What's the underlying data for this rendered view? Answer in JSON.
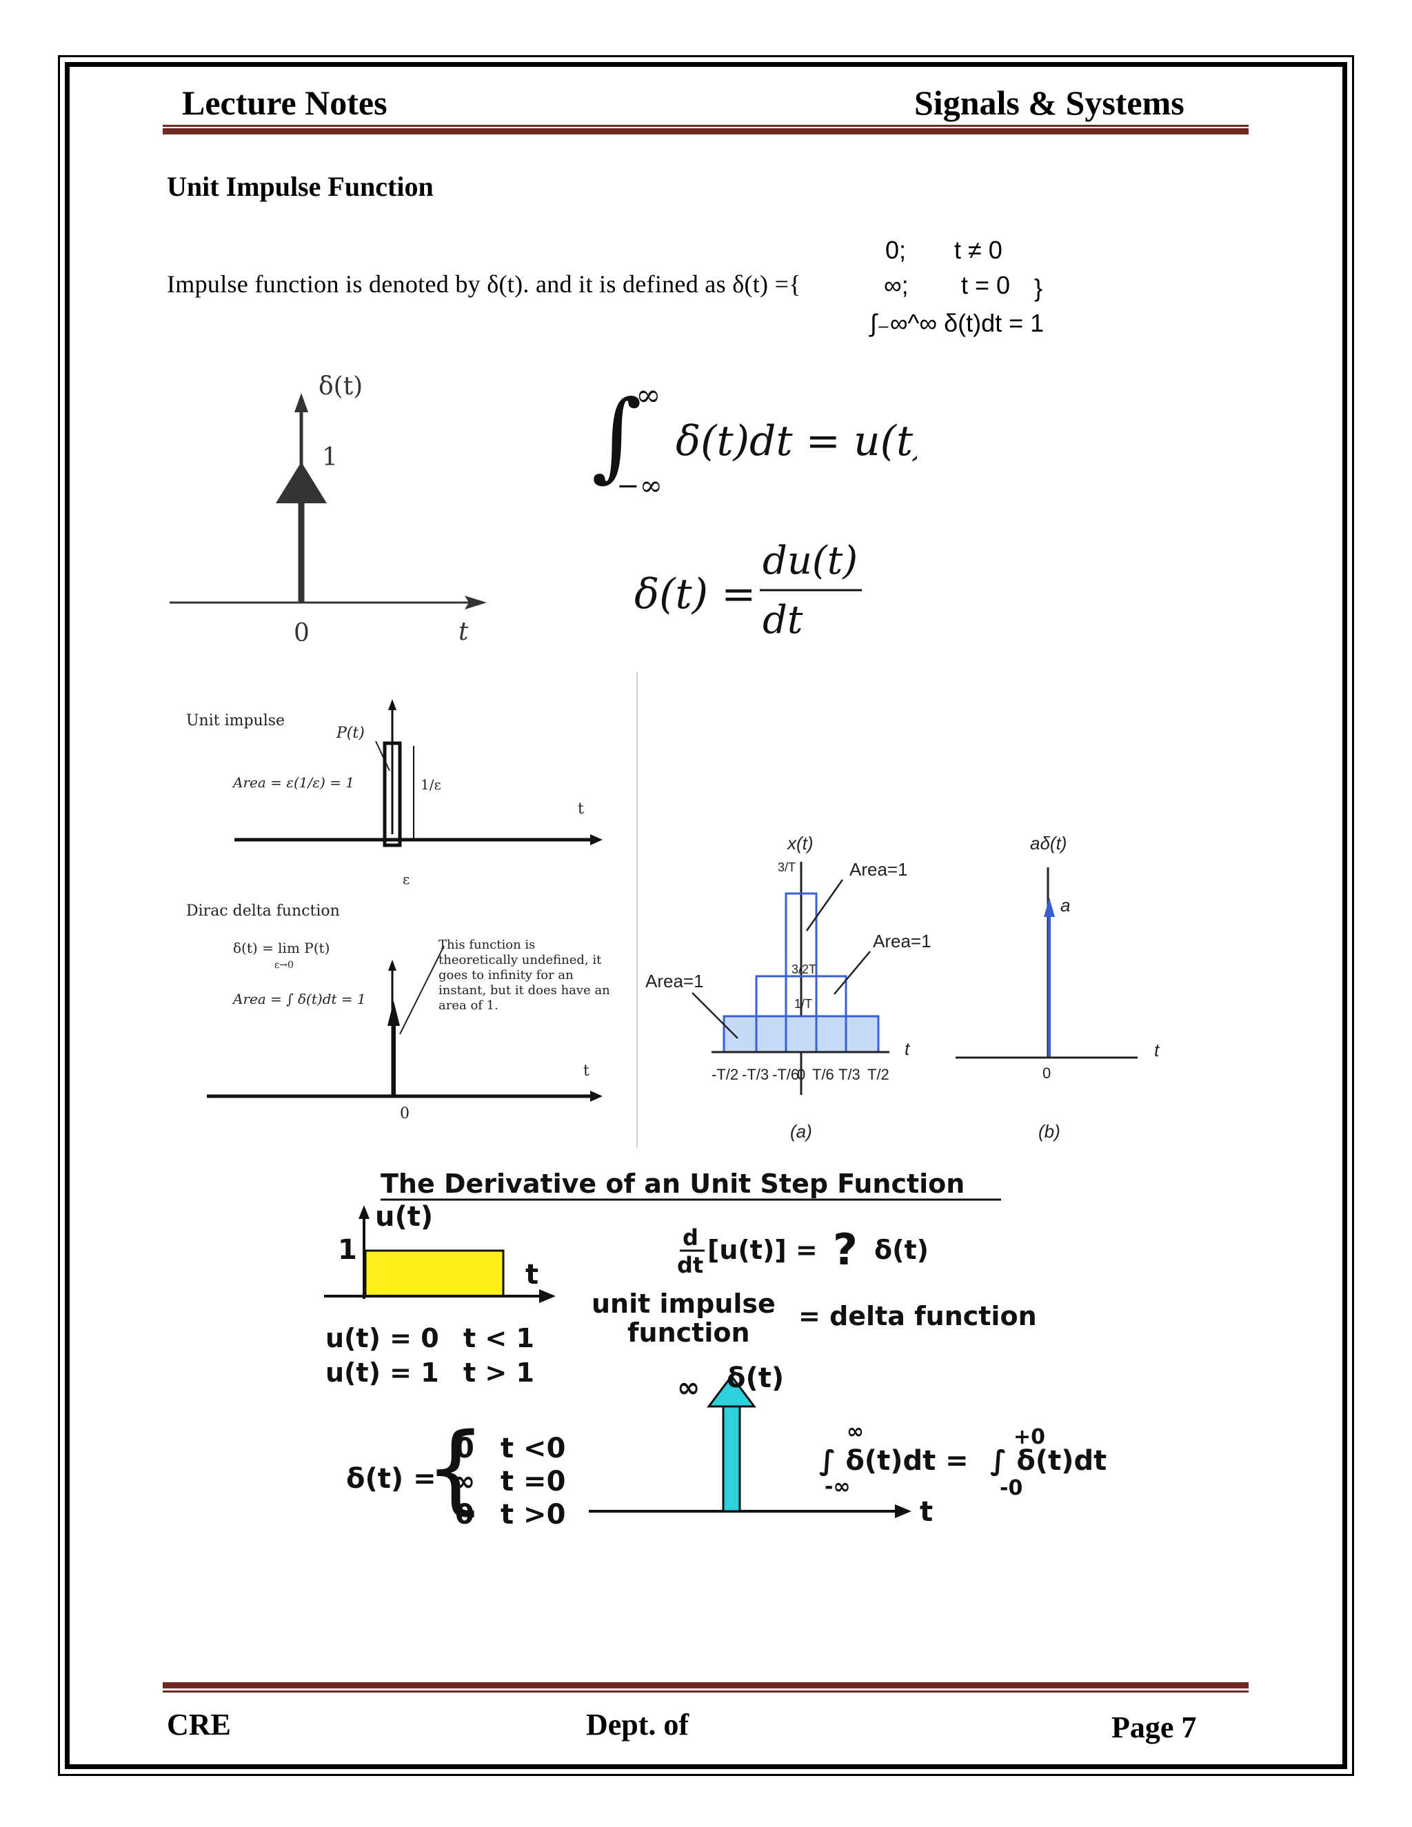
{
  "header": {
    "left": "Lecture Notes",
    "right": "Signals & Systems"
  },
  "section_title": "Unit Impulse Function",
  "definition": {
    "text": "Impulse function is denoted by δ(t). and it is defined as δ(t) ={",
    "case1": "0;",
    "case1_cond": "t ≠ 0",
    "case2": "∞;",
    "case2_cond": "t = 0",
    "close": "}",
    "integral": "∫₋∞^∞ δ(t)dt = 1"
  },
  "fig_impulse": {
    "y_label": "δ(t)",
    "height_label": "1",
    "origin": "0",
    "x_label": "t"
  },
  "formula1": {
    "lhs": "∫−∞ ∞ δ(t)dt = u(t)"
  },
  "formula2": {
    "lhs": "δ(t) =",
    "num": "du(t)",
    "den": "dt"
  },
  "fig_pulse": {
    "title": "Unit impulse",
    "func": "P(t)",
    "area": "Area = ε(1/ε) = 1",
    "height": "1/ε",
    "width": "ε",
    "x": "t",
    "dirac_title": "Dirac delta function",
    "dirac_def": "δ(t) = lim P(t)",
    "dirac_limit": "ε→0",
    "dirac_area": "Area = ∫ δ(t)dt = 1",
    "note": "This function is theoretically undefined, it goes to infinity for an instant, but it does have an area of 1.",
    "x2": "t",
    "origin": "0"
  },
  "fig_ab": {
    "a_ylabel": "x(t)",
    "area_labels": [
      "Area=1",
      "Area=1",
      "Area=1"
    ],
    "top_label": "3/T",
    "mid_label": "3/2T",
    "low_label": "1/T",
    "ticks": [
      "-T/2",
      "-T/3",
      "-T/6",
      "0",
      "T/6",
      "T/3",
      "T/2"
    ],
    "t": "t",
    "a_caption": "(a)",
    "b_ylabel": "aδ(t)",
    "b_amp": "a",
    "b_origin": "0",
    "b_t": "t",
    "b_caption": "(b)"
  },
  "fig_deriv": {
    "title": "The Derivative of an Unit Step Function",
    "u_label": "u(t)",
    "one": "1",
    "t": "t",
    "u0": "u(t) = 0",
    "u0c": "t < 1",
    "u1": "u(t) = 1",
    "u1c": "t > 1",
    "deriv_d": "d",
    "deriv_dt": "dt",
    "deriv_expr": "[u(t)] =",
    "deriv_q": "?",
    "deriv_res": "δ(t)",
    "unit_impulse": "unit impulse",
    "function": "function",
    "eq_delta": "= delta function",
    "delta_lhs": "δ(t) =",
    "cases": [
      {
        "v": "0",
        "c": "t <0"
      },
      {
        "v": "∞",
        "c": "t =0"
      },
      {
        "v": "0",
        "c": "t >0"
      }
    ],
    "inf": "∞",
    "delta_label": "δ(t)",
    "t2": "t",
    "integral_left": "∫ δ(t)dt =",
    "int_up1": "∞",
    "int_lo1": "-∞",
    "integral_right": "∫ δ(t)dt",
    "int_up2": "+0",
    "int_lo2": "-0",
    "colors": {
      "step_fill": "#ffef1a",
      "arrow_fill": "#2ed0dc"
    }
  },
  "footer": {
    "left": "CRE",
    "center": "Dept. of",
    "right": "Page 7"
  }
}
